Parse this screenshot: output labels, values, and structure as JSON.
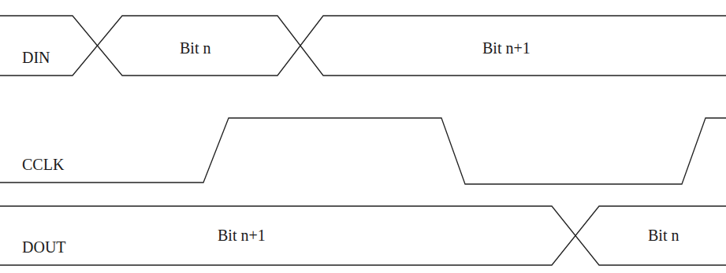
{
  "diagram": {
    "labels": [
      "DIN",
      "Bit n",
      "Bit n+1",
      "CCLK",
      "DOUT",
      "Bit n+1",
      "Bit n"
    ]
  }
}
